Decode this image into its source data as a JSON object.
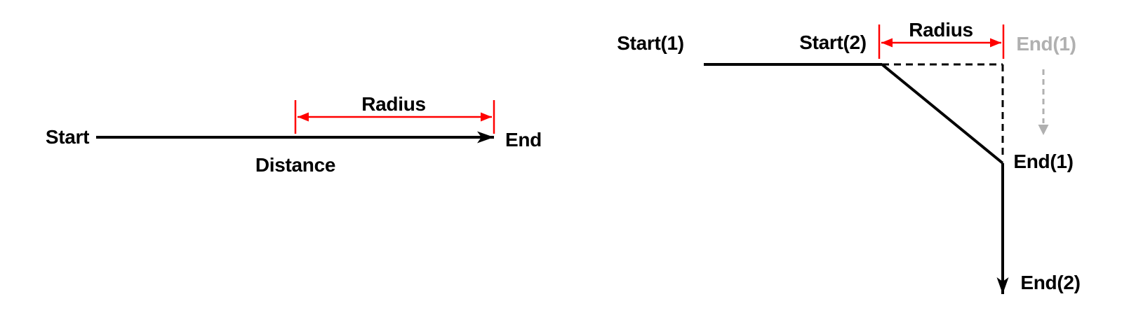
{
  "colors": {
    "line_black": "#000000",
    "dimension_red": "#ff0000",
    "ghost_gray": "#b0b0b0",
    "background": "#ffffff"
  },
  "left_diagram": {
    "description": "straight path: single segment with radius at end",
    "start_label": "Start",
    "end_label": "End",
    "radius_label": "Radius",
    "distance_label": "Distance"
  },
  "right_diagram": {
    "description": "two-segment path: corner rounded by radius, original end ghosted",
    "start1_label": "Start(1)",
    "start2_label": "Start(2)",
    "radius_label": "Radius",
    "end1_ghost_label": "End(1)",
    "end1_label": "End(1)",
    "end2_label": "End(2)"
  }
}
